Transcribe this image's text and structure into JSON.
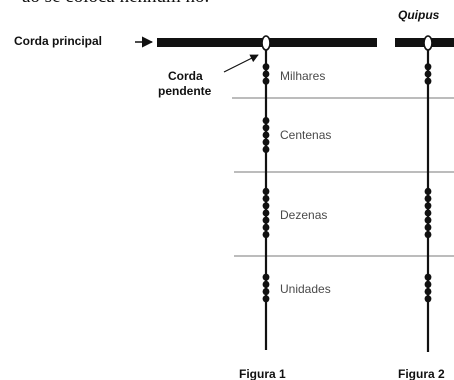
{
  "header_text": "ao se coloca nenhum nó.",
  "title": "Quipus",
  "labels": {
    "main_cord": "Corda principal",
    "pendant_line1": "Corda",
    "pendant_line2": "pendente"
  },
  "place_values": [
    "Milhares",
    "Centenas",
    "Dezenas",
    "Unidades"
  ],
  "figures": {
    "figure1": {
      "caption": "Figura 1",
      "knots": {
        "milhares": 3,
        "centenas": 5,
        "dezenas": 7,
        "unidades": 4
      }
    },
    "figure2": {
      "caption": "Figura 2",
      "knots": {
        "milhares": 3,
        "centenas": 0,
        "dezenas": 7,
        "unidades": 4
      }
    }
  },
  "colors": {
    "ink": "#111111",
    "divider": "#7a7a7a",
    "label": "#4a4a4a"
  },
  "icons": {
    "pointer": "arrow-right-icon"
  }
}
